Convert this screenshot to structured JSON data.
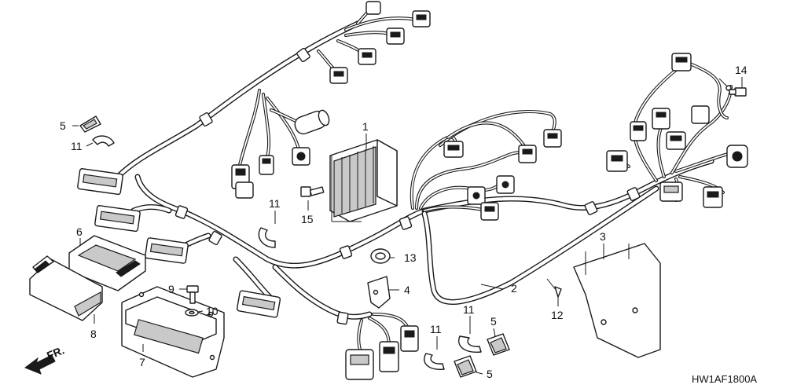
{
  "diagram_code": "HW1AF1800A",
  "direction_label": "FR.",
  "callouts": {
    "c1": "1",
    "c2": "2",
    "c3": "3",
    "c4": "4",
    "c5a": "5",
    "c5b": "5",
    "c5c": "5",
    "c6": "6",
    "c7": "7",
    "c8": "8",
    "c9": "9",
    "c10": "10",
    "c11a": "11",
    "c11b": "11",
    "c11c": "11",
    "c11d": "11",
    "c12": "12",
    "c13": "13",
    "c14": "14",
    "c15": "15"
  }
}
